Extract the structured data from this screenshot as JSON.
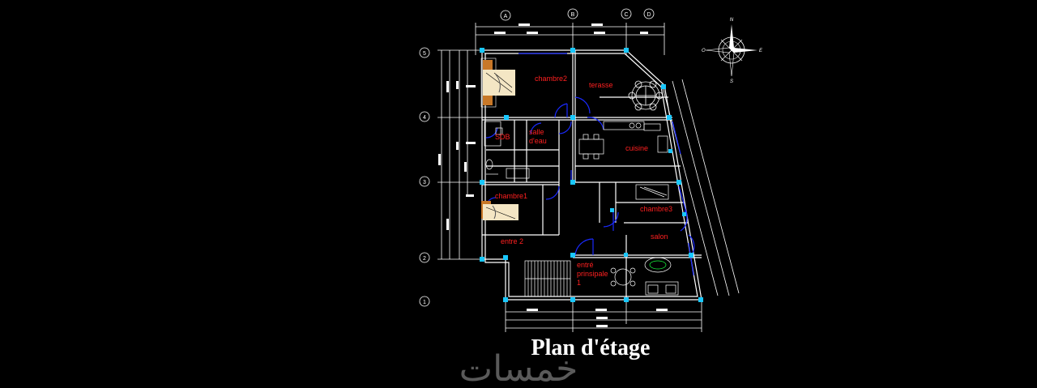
{
  "title": "Plan d'étage",
  "watermark": "خمسات",
  "axes_top": [
    "A",
    "B",
    "C",
    "D"
  ],
  "axes_left": [
    "5",
    "4",
    "3",
    "2",
    "1"
  ],
  "compass": {
    "n": "N",
    "s": "S",
    "e": "E",
    "o": "O"
  },
  "rooms": {
    "chambre2": "chambre2",
    "terasse": "terasse",
    "sdb": "SDB",
    "salle_eau_1": "salle",
    "salle_eau_2": "d'eau",
    "cuisine": "cuisine",
    "chambre1": "chambre1",
    "chambre3": "chambre3",
    "entre2": "entre 2",
    "salon": "salon",
    "entree_1": "entré",
    "entree_2": "prinsipale",
    "entree_3": "1"
  },
  "colors": {
    "background": "#000000",
    "wall": "#ffffff",
    "column": "#19c8ff",
    "door": "#1a2aff",
    "label": "#ff2020"
  }
}
